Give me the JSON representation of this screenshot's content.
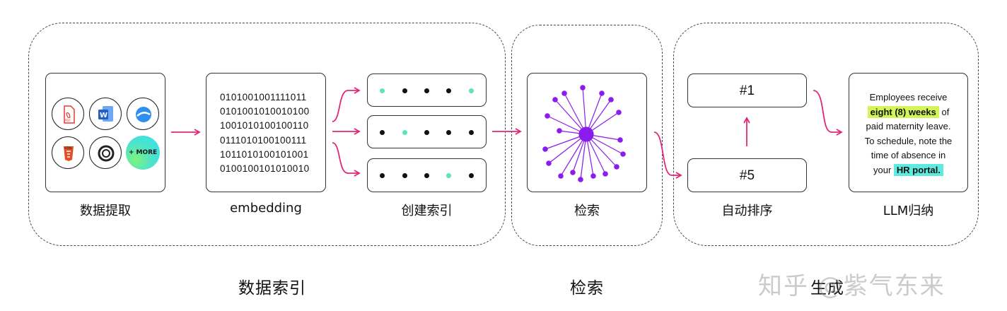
{
  "stages": {
    "indexing_title": "数据索引",
    "retrieval_title": "检索",
    "generation_title": "生成"
  },
  "steps": {
    "extract": "数据提取",
    "embedding": "embedding",
    "index": "创建索引",
    "retrieve": "检索",
    "rerank": "自动排序",
    "summarize": "LLM归纳"
  },
  "sources": {
    "more_label": "+ MORE",
    "icons": [
      "pdf-icon",
      "word-icon",
      "cloud-drive-icon",
      "html5-icon",
      "openai-icon",
      "more-sources-icon"
    ]
  },
  "binary_lines": [
    "0101001001111011",
    "0101001010010100",
    "1001010100100110",
    "0111010100100111",
    "1011010100101001",
    "0100100101010010"
  ],
  "ranking": {
    "top": "#1",
    "bottom": "#5"
  },
  "llm_output": {
    "line1": "Employees receive",
    "highlight1": "eight (8) weeks",
    "after_highlight1": " of",
    "line3": "paid maternity leave.",
    "line4": "To schedule, note the",
    "line5": "time of absence in",
    "before_highlight2": "your ",
    "highlight2": "HR portal."
  },
  "watermark": "知乎 @紫气东来",
  "colors": {
    "arrow": "#e0287a",
    "node": "#8a1cf0",
    "teal": "#5ee3c1",
    "border": "#3d4a5c"
  }
}
